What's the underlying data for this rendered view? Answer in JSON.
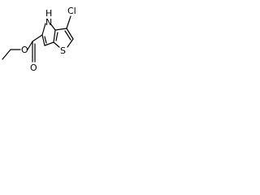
{
  "molecule": {
    "atoms": {
      "nh_n": "N",
      "nh_h": "H",
      "chlorine": "Cl",
      "sulfur": "S",
      "carbonyl_oxygen": "O",
      "ester_oxygen": "O"
    }
  }
}
